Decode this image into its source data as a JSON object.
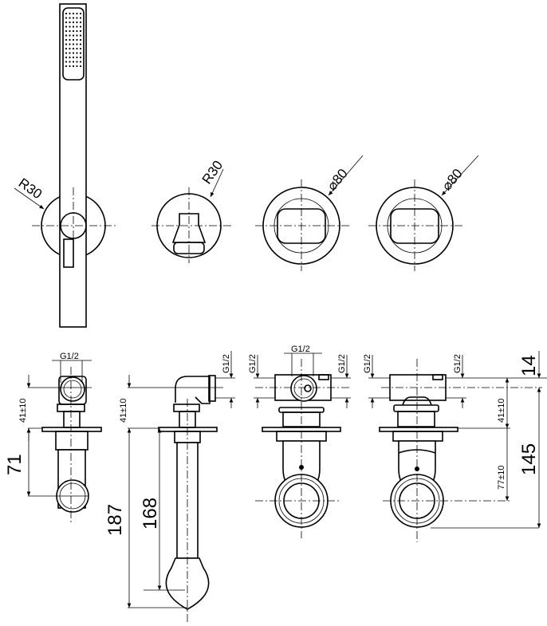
{
  "colors": {
    "line": "#000000",
    "background": "#ffffff"
  },
  "top_row": {
    "hand_shower": {
      "radius_label": "R30"
    },
    "wall_outlet": {
      "radius_label": "R30"
    },
    "handle_1": {
      "diameter_label": "⌀80"
    },
    "handle_2": {
      "diameter_label": "⌀80"
    }
  },
  "bottom_row": {
    "view_1": {
      "thread": "G1/2",
      "depth": "41±10",
      "height": "71"
    },
    "view_2": {
      "thread": "G1/2",
      "depth": "41±10",
      "total": "187",
      "spout": "168"
    },
    "view_3": {
      "thread_top": "G1/2",
      "thread_left": "G1/2",
      "thread_right": "G1/2"
    },
    "view_4": {
      "thread_left": "G1/2",
      "thread_right": "G1/2",
      "top_offset": "14",
      "depth": "41±10",
      "lower": "77±10",
      "total": "145"
    }
  }
}
